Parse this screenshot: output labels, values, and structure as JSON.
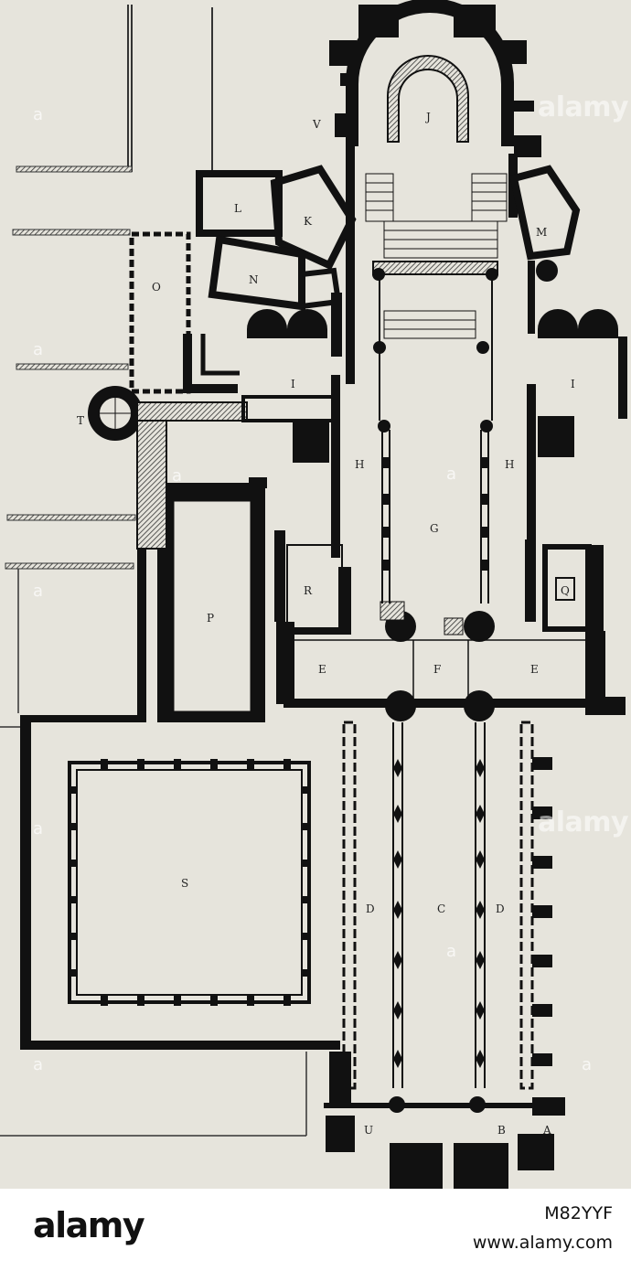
{
  "plan": {
    "labels": {
      "A": "A",
      "B": "B",
      "C": "C",
      "D": "D",
      "E": "E",
      "F": "F",
      "G": "G",
      "H": "H",
      "I": "I",
      "J": "J",
      "K": "K",
      "L": "L",
      "M": "M",
      "N": "N",
      "O": "O",
      "P": "P",
      "Q": "Q",
      "R": "R",
      "S": "S",
      "T": "T",
      "U": "U",
      "V": "V"
    },
    "colors": {
      "wall": "#111111",
      "paper": "#e6e4dc",
      "hatch": "#333333"
    }
  },
  "watermark": {
    "text": "alamy",
    "glyph": "a"
  },
  "footer": {
    "logo": "alamy",
    "image_id": "M82YYF",
    "url": "www.alamy.com"
  }
}
